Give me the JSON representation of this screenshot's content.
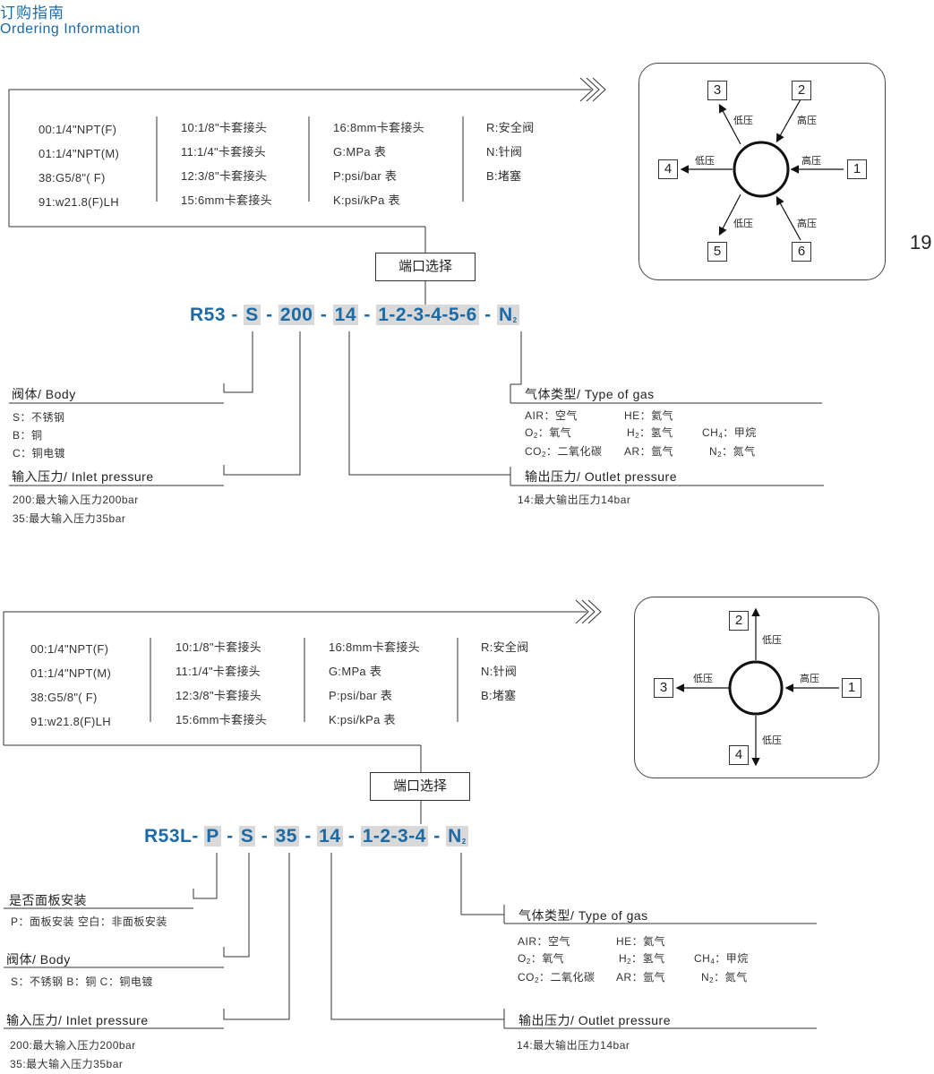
{
  "header": {
    "title_cn": "订购指南",
    "title_en": "Ordering Information"
  },
  "page_number": "19",
  "section1": {
    "options": {
      "col1": [
        "00:1/4\"NPT(F)",
        "01:1/4\"NPT(M)",
        "38:G5/8\"( F)",
        "91:w21.8(F)LH"
      ],
      "col2": [
        "10:1/8\"卡套接头",
        "11:1/4\"卡套接头",
        "12:3/8\"卡套接头",
        "15:6mm卡套接头"
      ],
      "col3": [
        "16:8mm卡套接头",
        "G:MPa 表",
        "P:psi/bar 表",
        "K:psi/kPa 表"
      ],
      "col4": [
        "R:安全阀",
        "N:针阀",
        "B:堵塞"
      ]
    },
    "port_select": "端口选择",
    "code": {
      "p1": "R53",
      "p2": "S",
      "p3": "200",
      "p4": "14",
      "p5": "1-2-3-4-5-6",
      "p6": "N",
      "p6_sub": "2",
      "sep": "-"
    },
    "body": {
      "title": "阀体/ Body",
      "lines": [
        "S：不锈钢",
        "B：铜",
        "C：铜电镀"
      ]
    },
    "inlet": {
      "title": "输入压力/ Inlet pressure",
      "lines": [
        "200:最大输入压力200bar",
        "35:最大输入压力35bar"
      ]
    },
    "gas": {
      "title": "气体类型/ Type of gas",
      "air": "AIR：空气",
      "he": "HE：氦气",
      "o2": "O",
      "o2_rest": "：氧气",
      "h2": "H",
      "h2_rest": "：氢气",
      "ch4": "CH",
      "ch4_sub": "4",
      "ch4_rest": "：甲烷",
      "co2": "CO",
      "co2_rest": "：二氧化碳",
      "ar": "AR：氩气",
      "n2": "N",
      "n2_rest": "：氮气",
      "two": "2"
    },
    "outlet": {
      "title": "输出压力/ Outlet pressure",
      "lines": [
        "14:最大输出压力14bar"
      ]
    },
    "diagram": {
      "ports": [
        "1",
        "2",
        "3",
        "4",
        "5",
        "6"
      ],
      "high": "高压",
      "low": "低压"
    }
  },
  "section2": {
    "options": {
      "col1": [
        "00:1/4\"NPT(F)",
        "01:1/4\"NPT(M)",
        "38:G5/8\"( F)",
        "91:w21.8(F)LH"
      ],
      "col2": [
        "10:1/8\"卡套接头",
        "11:1/4\"卡套接头",
        "12:3/8\"卡套接头",
        "15:6mm卡套接头"
      ],
      "col3": [
        "16:8mm卡套接头",
        "G:MPa 表",
        "P:psi/bar 表",
        "K:psi/kPa 表"
      ],
      "col4": [
        "R:安全阀",
        "N:针阀",
        "B:堵塞"
      ]
    },
    "port_select": "端口选择",
    "code": {
      "p1": "R53L",
      "p2": "P",
      "p3": "S",
      "p4": "35",
      "p5": "14",
      "p6": "1-2-3-4",
      "p7": "N",
      "p7_sub": "2",
      "sep": "-"
    },
    "panel_mount": {
      "title": "是否面板安装",
      "line": "P：面板安装    空白：非面板安装"
    },
    "body": {
      "title": "阀体/ Body",
      "line": "S：不锈钢   B：铜   C：铜电镀"
    },
    "inlet": {
      "title": "输入压力/ Inlet pressure",
      "lines": [
        "200:最大输入压力200bar",
        "35:最大输入压力35bar"
      ]
    },
    "gas": {
      "title": "气体类型/ Type of gas"
    },
    "outlet": {
      "title": "输出压力/ Outlet pressure",
      "lines": [
        "14:最大输出压力14bar"
      ]
    },
    "diagram": {
      "ports": [
        "1",
        "2",
        "3",
        "4"
      ],
      "high": "高压",
      "low": "低压"
    }
  }
}
